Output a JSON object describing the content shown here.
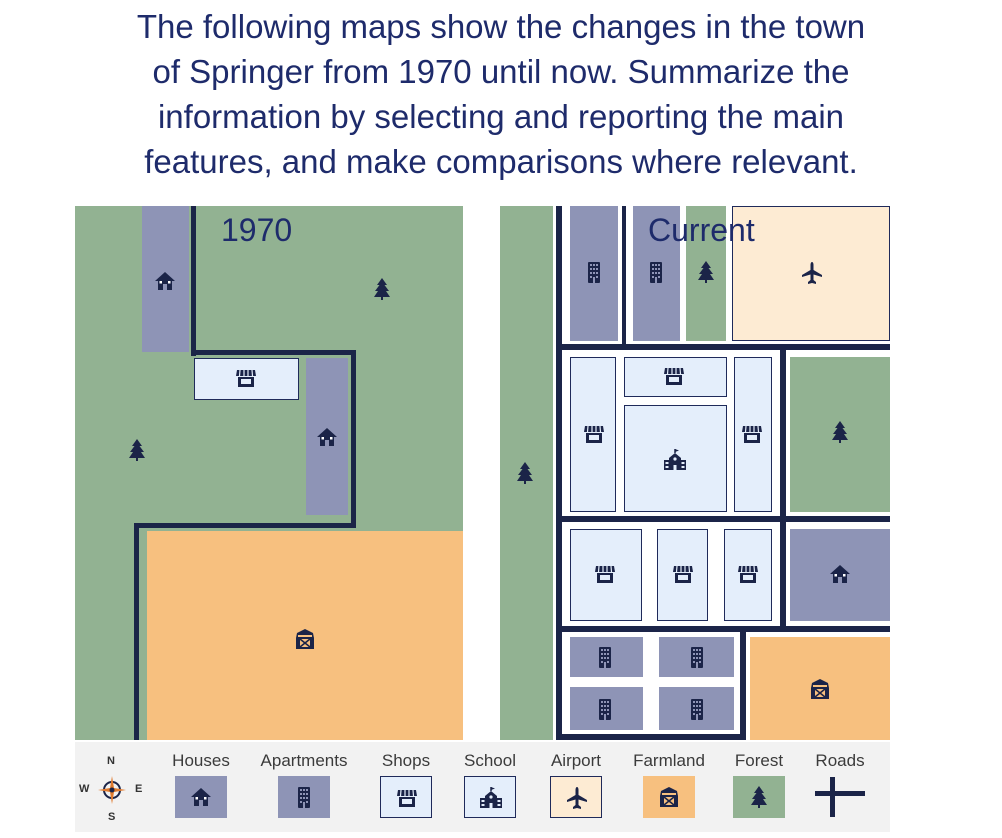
{
  "prompt": {
    "line1": "The following maps show the changes in the town",
    "line2": "of Springer from 1970 until now. Summarize the",
    "line3": "information by selecting and reporting the main",
    "line4": "features, and make comparisons where relevant."
  },
  "maps": {
    "left_title": "1970",
    "right_title": "Current"
  },
  "legend": {
    "houses": "Houses",
    "apartments": "Apartments",
    "shops": "Shops",
    "school": "School",
    "airport": "Airport",
    "farmland": "Farmland",
    "forest": "Forest",
    "roads": "Roads"
  },
  "compass": {
    "n": "N",
    "s": "S",
    "e": "E",
    "w": "W"
  },
  "colors": {
    "forest": "#92b292",
    "houses": "#8e94b6",
    "farmland": "#f7c07f",
    "shops": "#e4eefb",
    "airport": "#fdebd3",
    "roads": "#1b2448",
    "title_text": "#1e2b6b"
  },
  "icons": [
    "house-icon",
    "apartment-icon",
    "shop-icon",
    "school-icon",
    "airplane-icon",
    "barn-icon",
    "tree-icon",
    "road-cross-icon",
    "compass-icon"
  ]
}
